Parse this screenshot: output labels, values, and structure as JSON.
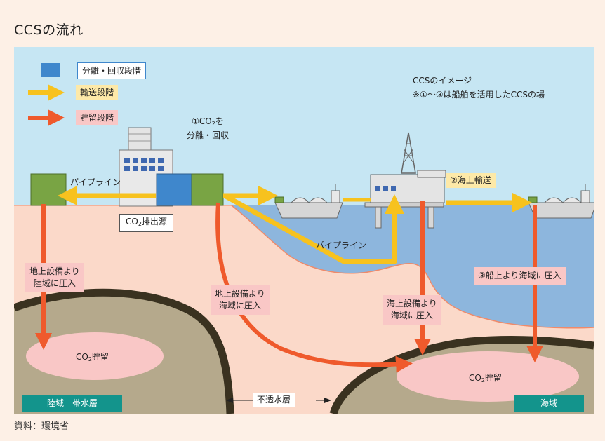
{
  "title": "CCSの流れ",
  "legend": {
    "separation": "分離・回収段階",
    "transport": "輸送段階",
    "storage": "貯留段階"
  },
  "image_note": {
    "line1": "CCSのイメージ",
    "line2": "※①〜③は船舶を活用したCCSの場"
  },
  "labels": {
    "capture_prefix": "①CO",
    "capture_sub": "2",
    "capture_suffix": "を",
    "capture_line2": "分離・回収",
    "pipeline_left": "パイプライン",
    "pipeline_sea": "パイプライン",
    "source_prefix": "CO",
    "source_sub": "2",
    "source_suffix": "排出源",
    "sea_transport": "②海上輸送",
    "land_to_land": "地上設備より\n陸域に圧入",
    "land_to_sea": "地上設備より\n海域に圧入",
    "offshore_to_sea": "海上設備より\n海域に圧入",
    "ship_to_sea": "③船上より海域に圧入",
    "storage_left_prefix": "CO",
    "storage_left_sub": "2",
    "storage_left_suffix": "貯留",
    "storage_right_prefix": "CO",
    "storage_right_sub": "2",
    "storage_right_suffix": "貯留",
    "aquifer_land": "陸域　帯水層",
    "aquifer_sea": "海域",
    "impermeable": "不透水層"
  },
  "source": "資料：環境省",
  "colors": {
    "separation": "#3f87cc",
    "transport": "#f7c21e",
    "storage": "#ef5a2c",
    "sky": "#c6e6f3",
    "sea": "#8db6dd",
    "ground": "#fbd9c9",
    "rock": "#b5a98c",
    "cap": "#3a3220",
    "teal": "#13948c",
    "pink_box": "#f9c7c6",
    "plant_green": "#79a444"
  }
}
